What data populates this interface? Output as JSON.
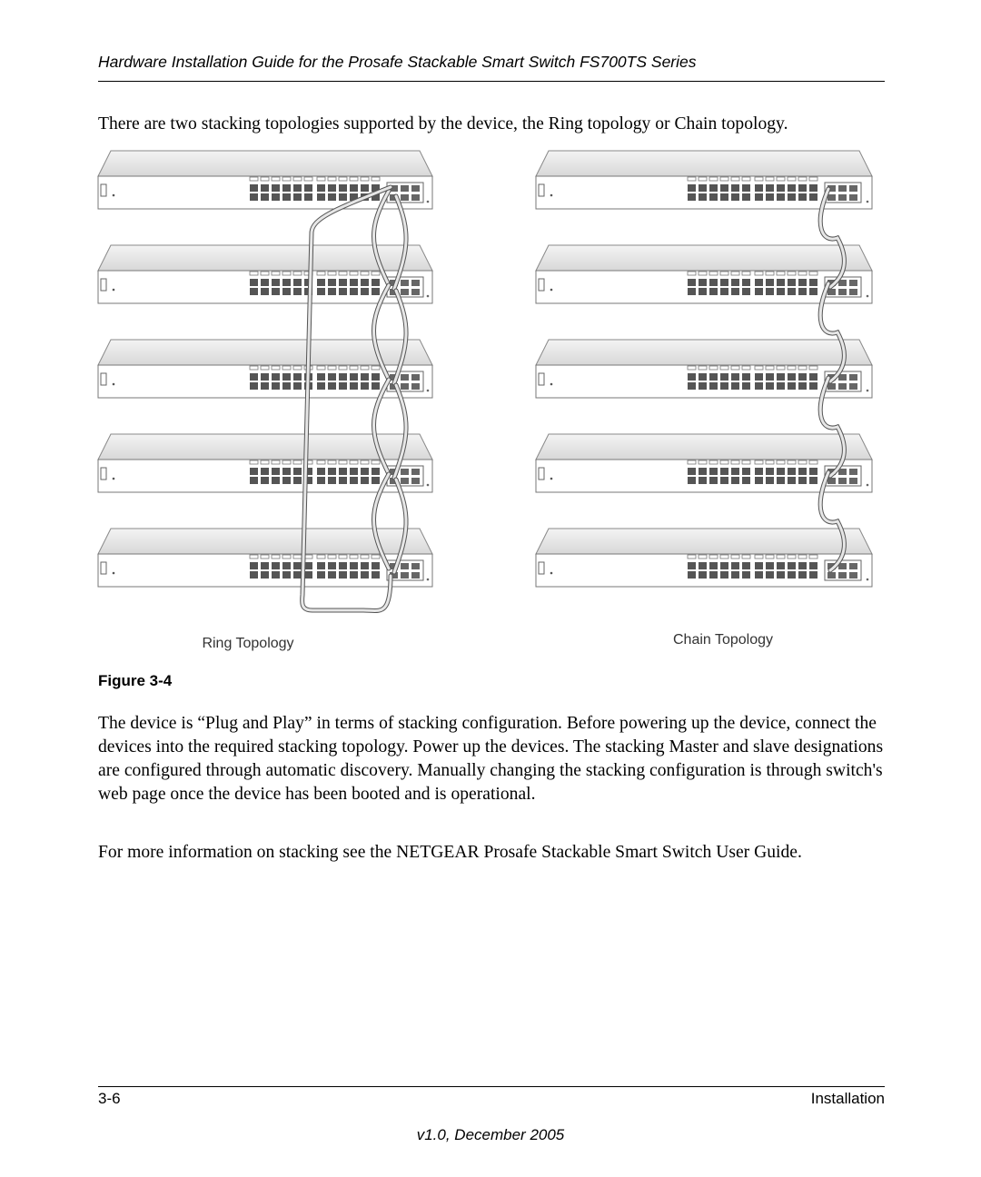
{
  "header": {
    "title": "Hardware Installation Guide for the Prosafe Stackable Smart Switch FS700TS Series"
  },
  "body": {
    "intro": "There are two stacking topologies supported by the device, the Ring topology or Chain topology.",
    "paragraph1": "The device is “Plug and Play” in terms of stacking configuration. Before powering up the device, connect the devices into the required stacking topology. Power up the devices. The stacking Master and slave designations are configured through automatic discovery. Manually changing the stacking configuration is through switch's web page once the device has been booted and is operational.",
    "paragraph2": "For more information on stacking see the NETGEAR Prosafe Stackable Smart Switch User Guide."
  },
  "figure": {
    "label": "Figure 3-4",
    "ring_label": "Ring Topology",
    "chain_label": "Chain Topology",
    "switch_count_per_stack": 5
  },
  "footer": {
    "page_number": "3-6",
    "section": "Installation",
    "version": "v1.0, December 2005"
  }
}
